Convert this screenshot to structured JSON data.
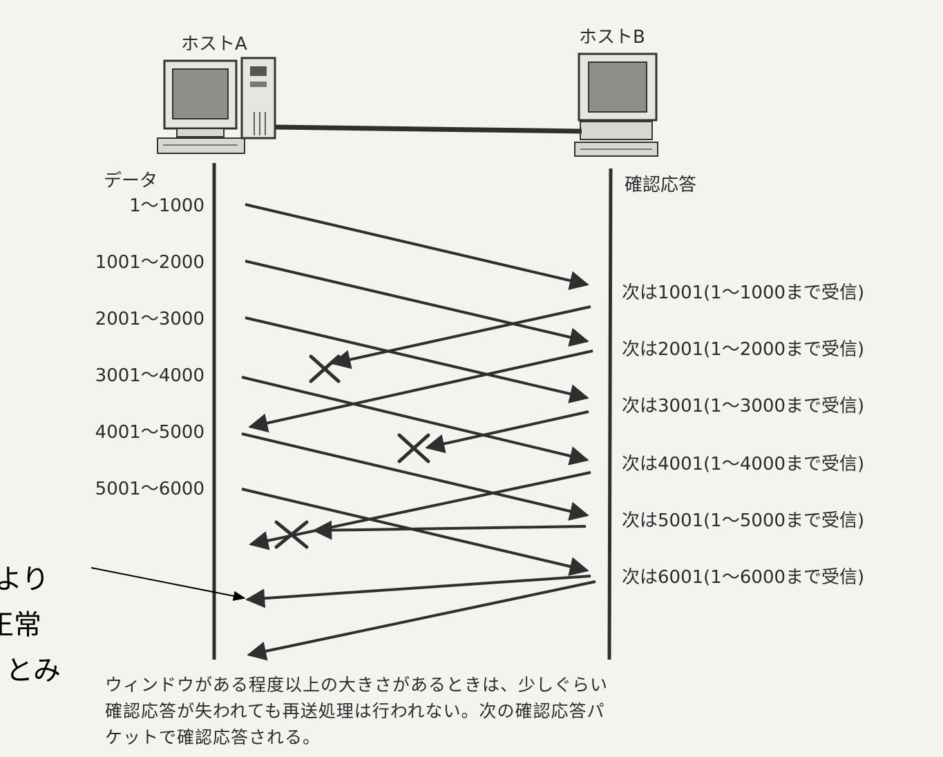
{
  "hosts": {
    "a": "ホストA",
    "b": "ホストB"
  },
  "headers": {
    "data": "データ",
    "ack": "確認応答"
  },
  "data_segments": [
    "1～1000",
    "1001～2000",
    "2001～3000",
    "3001～4000",
    "4001～5000",
    "5001～6000"
  ],
  "acks": [
    "次は1001(1～1000まで受信)",
    "次は2001(1～2000まで受信)",
    "次は3001(1～3000まで受信)",
    "次は4001(1～4000まで受信)",
    "次は5001(1～5000まで受信)",
    "次は6001(1～6000まで受信)"
  ],
  "lost_acks": [
    1,
    3,
    5
  ],
  "caption": [
    "ウィンドウがある程度以上の大きさがあるときは、少しぐらい",
    "確認応答が失われても再送処理は行われない。次の確認応答パ",
    "ケットで確認応答される。"
  ],
  "overlay_fragments": [
    "より",
    "正常",
    "とみ"
  ],
  "colors": {
    "line": "#2f2f2f",
    "background": "#f4f3ef",
    "overlay": "#000000"
  }
}
